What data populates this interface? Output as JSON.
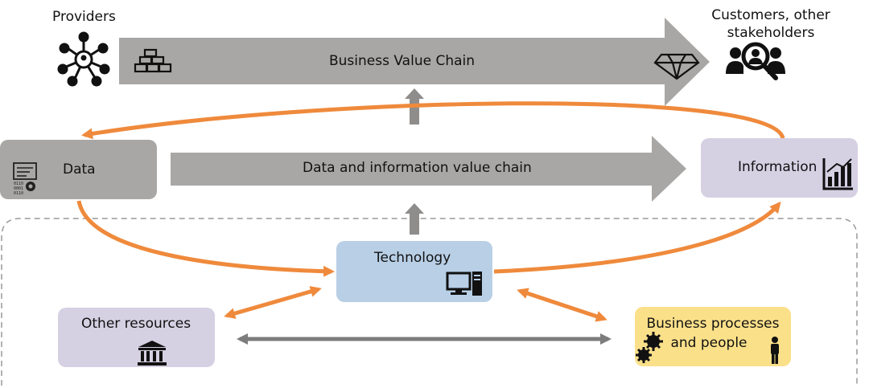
{
  "labels": {
    "providers": "Providers",
    "customers_line1": "Customers, other",
    "customers_line2": "stakeholders",
    "business_value_chain": "Business Value Chain",
    "data": "Data",
    "data_info_chain": "Data and information value chain",
    "information": "Information",
    "technology": "Technology",
    "other_resources": "Other resources",
    "business_processes_line1": "Business processes",
    "business_processes_line2": "and people"
  },
  "colors": {
    "gray_arrow": "#a9a7a5",
    "data_box": "#a9a7a5",
    "info_box": "#d6d0e3",
    "technology_box": "#b8cfe6",
    "other_resources_box": "#d6d0e3",
    "business_box": "#fbe08a",
    "orange": "#ef8a3c",
    "dark_gray_arrow": "#7c7c7c",
    "dashed_border": "#9a9a9a"
  },
  "icons": {
    "providers": "network-icon",
    "gold": "gold-bars-icon",
    "diamond": "diamond-icon",
    "customers": "people-search-icon",
    "data": "data-file-icon",
    "information": "bar-chart-icon",
    "technology": "computer-icon",
    "other_resources": "bank-icon",
    "business": "gears-icon",
    "person": "person-icon"
  }
}
